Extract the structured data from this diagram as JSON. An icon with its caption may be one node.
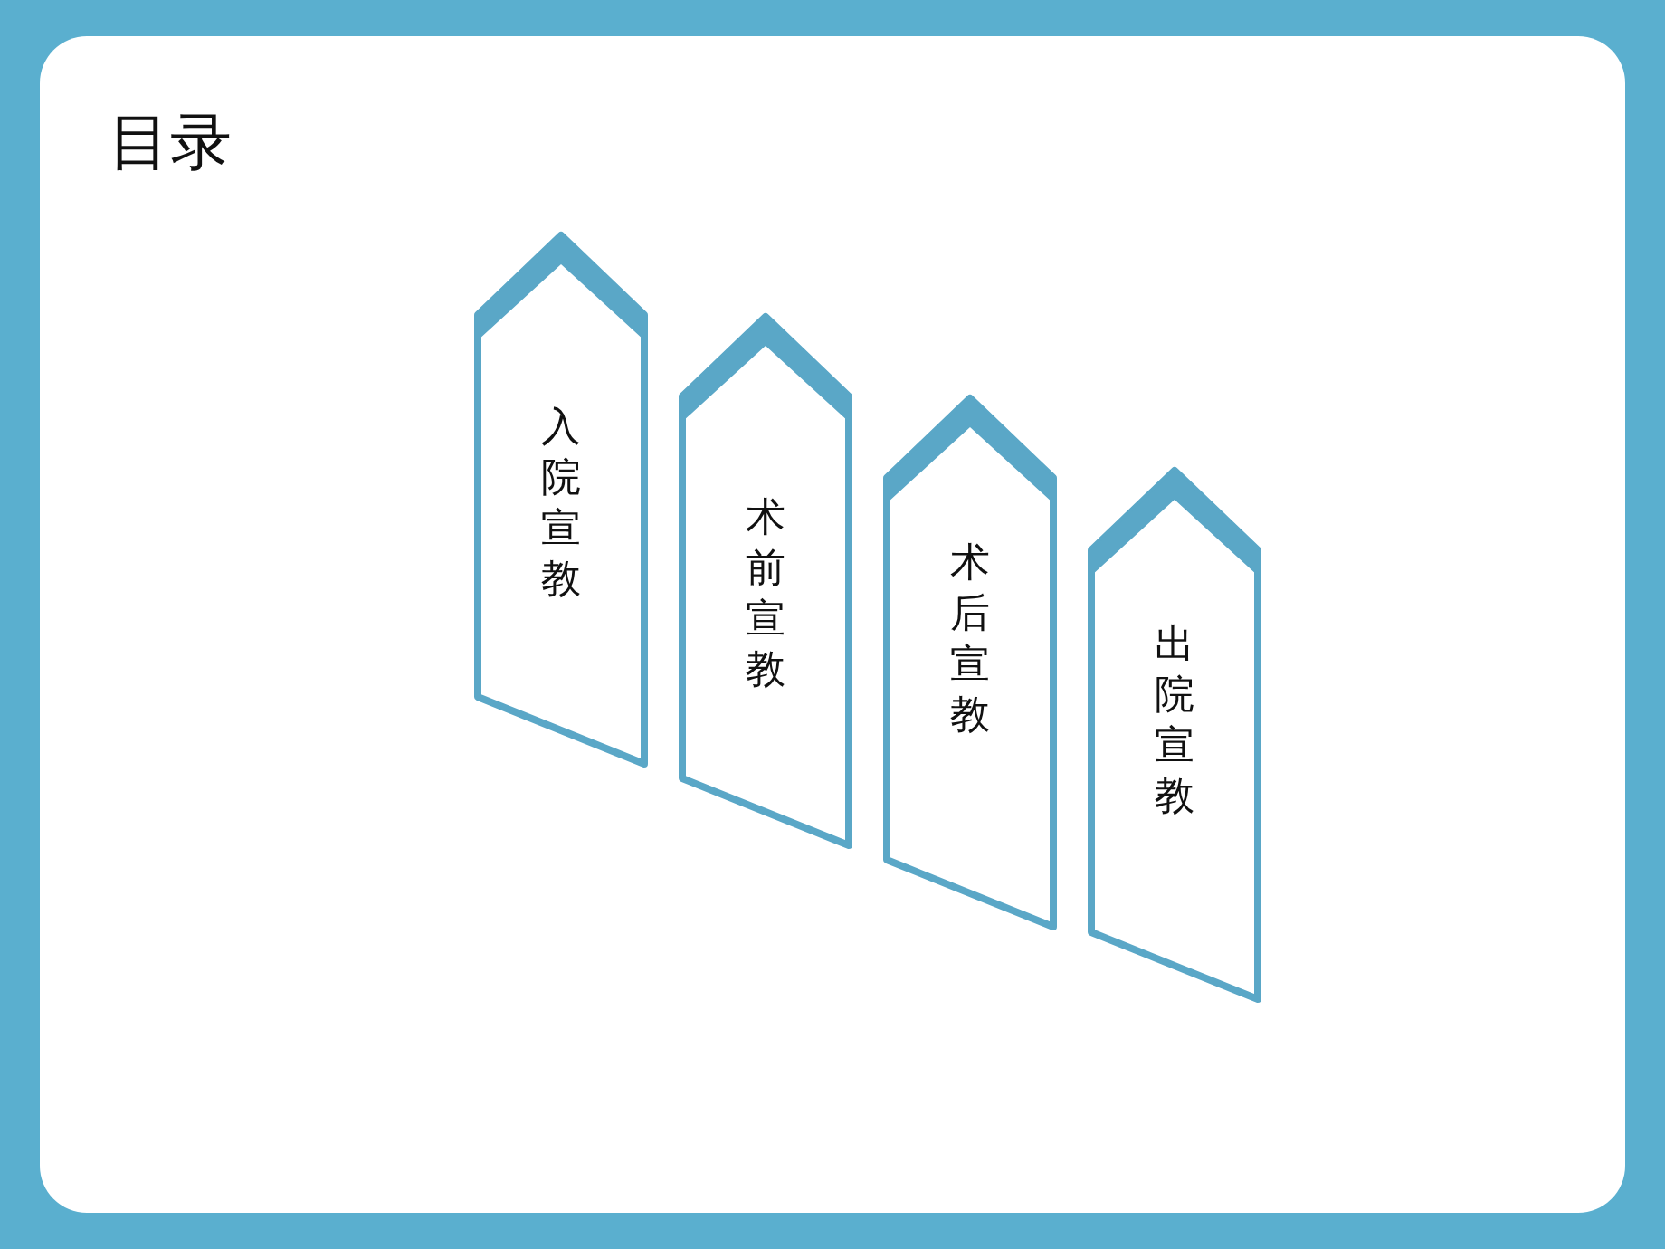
{
  "diagram": {
    "title": "目录",
    "nodes": [
      {
        "text": [
          "入院宣教"
        ]
      },
      {
        "text": [
          "术前宣教"
        ]
      },
      {
        "text": [
          "术后宣教"
        ]
      },
      {
        "text": [
          "出院宣教"
        ]
      }
    ],
    "edges": []
  }
}
